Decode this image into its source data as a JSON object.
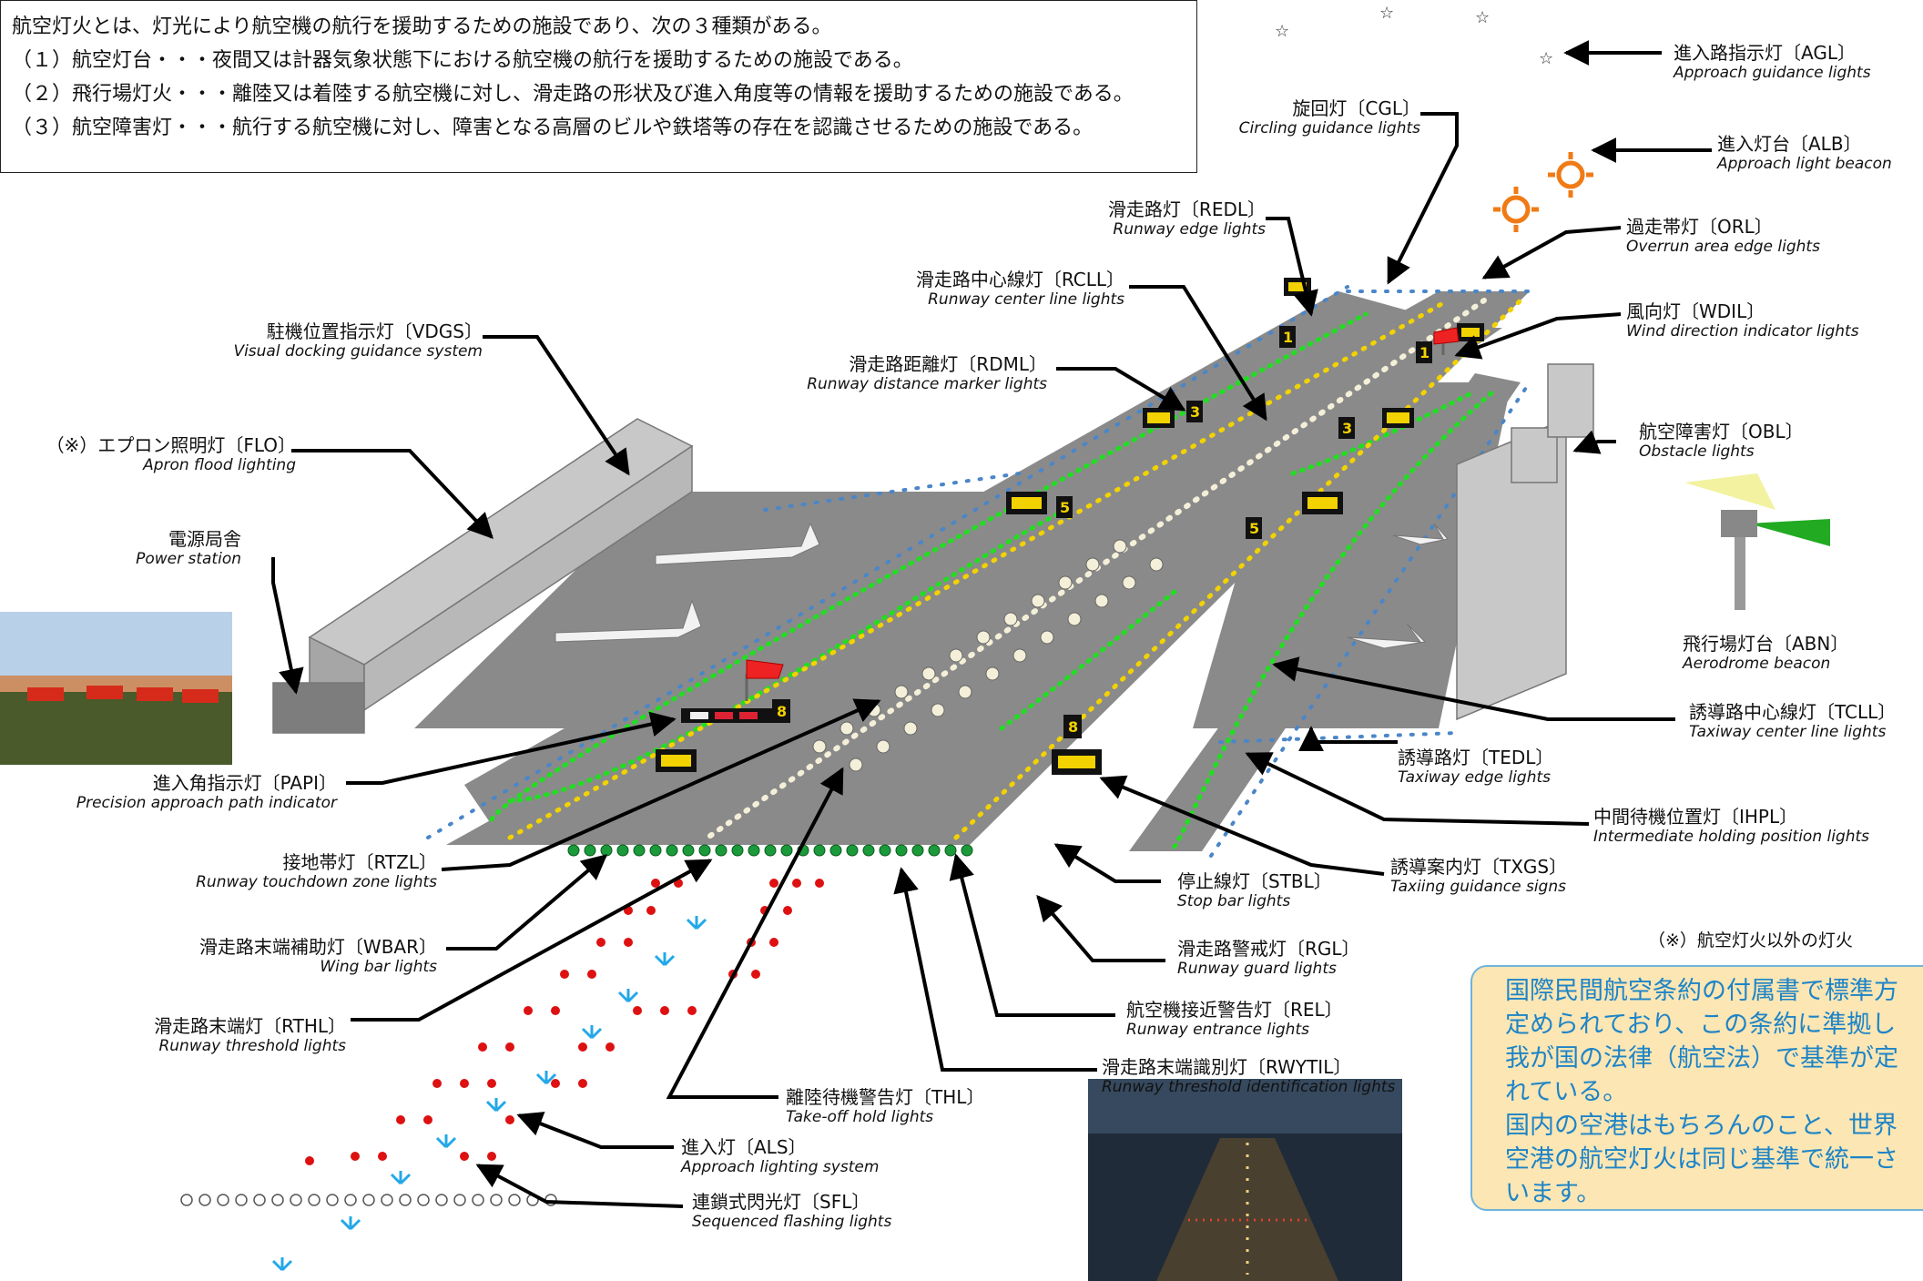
{
  "intro": {
    "line1": "航空灯火とは、灯光により航空機の航行を援助するための施設であり、次の３種類がある。",
    "line2": "（１）航空灯台・・・夜間又は計器気象状態下における航空機の航行を援助するための施設である。",
    "line3": "（２）飛行場灯火・・・離陸又は着陸する航空機に対し、滑走路の形状及び進入角度等の情報を援助するための施設である。",
    "line4": "（３）航空障害灯・・・航行する航空機に対し、障害となる高層のビルや鉄塔等の存在を認識させるための施設である。"
  },
  "labels": {
    "agl": {
      "jp": "進入路指示灯〔AGL〕",
      "en": "Approach guidance lights"
    },
    "alb": {
      "jp": "進入灯台〔ALB〕",
      "en": "Approach light beacon"
    },
    "cgl": {
      "jp": "旋回灯〔CGL〕",
      "en": "Circling guidance lights"
    },
    "orl": {
      "jp": "過走帯灯〔ORL〕",
      "en": "Overrun area edge lights"
    },
    "redl": {
      "jp": "滑走路灯〔REDL〕",
      "en": "Runway edge lights"
    },
    "wdil": {
      "jp": "風向灯〔WDIL〕",
      "en": "Wind direction indicator lights"
    },
    "rcll": {
      "jp": "滑走路中心線灯〔RCLL〕",
      "en": "Runway center line lights"
    },
    "vdgs": {
      "jp": "駐機位置指示灯〔VDGS〕",
      "en": "Visual docking guidance system"
    },
    "rdml": {
      "jp": "滑走路距離灯〔RDML〕",
      "en": "Runway distance marker lights"
    },
    "obl": {
      "jp": "航空障害灯〔OBL〕",
      "en": "Obstacle lights"
    },
    "flo": {
      "jp": "（※）エプロン照明灯〔FLO〕",
      "en": "Apron flood lighting"
    },
    "power": {
      "jp": "電源局舎",
      "en": "Power station"
    },
    "abn": {
      "jp": "飛行場灯台〔ABN〕",
      "en": "Aerodrome beacon"
    },
    "tcll": {
      "jp": "誘導路中心線灯〔TCLL〕",
      "en": "Taxiway center line lights"
    },
    "tedl": {
      "jp": "誘導路灯〔TEDL〕",
      "en": "Taxiway edge lights"
    },
    "papi": {
      "jp": "進入角指示灯〔PAPI〕",
      "en": "Precision approach path indicator"
    },
    "ihpl": {
      "jp": "中間待機位置灯〔IHPL〕",
      "en": "Intermediate holding position lights"
    },
    "rtzl": {
      "jp": "接地帯灯〔RTZL〕",
      "en": "Runway touchdown zone lights"
    },
    "txgs": {
      "jp": "誘導案内灯〔TXGS〕",
      "en": "Taxiing guidance signs"
    },
    "stbl": {
      "jp": "停止線灯〔STBL〕",
      "en": "Stop bar lights"
    },
    "wbar": {
      "jp": "滑走路末端補助灯〔WBAR〕",
      "en": "Wing bar lights"
    },
    "rgl": {
      "jp": "滑走路警戒灯〔RGL〕",
      "en": "Runway guard lights"
    },
    "rthl": {
      "jp": "滑走路末端灯〔RTHL〕",
      "en": "Runway threshold lights"
    },
    "rel": {
      "jp": "航空機接近警告灯〔REL〕",
      "en": "Runway entrance lights"
    },
    "thl": {
      "jp": "離陸待機警告灯〔THL〕",
      "en": "Take-off hold lights"
    },
    "rwytil": {
      "jp": "滑走路末端識別灯〔RWYTIL〕",
      "en": "Runway threshold identification lights"
    },
    "als": {
      "jp": "進入灯〔ALS〕",
      "en": "Approach lighting system"
    },
    "sfl": {
      "jp": "連鎖式閃光灯〔SFL〕",
      "en": "Sequenced flashing lights"
    }
  },
  "signs": {
    "s1": "1",
    "s3": "3",
    "s5": "5",
    "s8": "8"
  },
  "note": "（※）航空灯火以外の灯火",
  "infobox": {
    "line1": "国際民間航空条約の付属書で標準方",
    "line2": "定められており、この条約に準拠し",
    "line3": "我が国の法律（航空法）で基準が定",
    "line4": "れている。",
    "line5": "国内の空港はもちろんのこと、世界",
    "line6": "空港の航空灯火は同じ基準で統一さ",
    "line7": "います。"
  },
  "colors": {
    "pavement": "#8a8a8a",
    "taxiway_center_green": "#22dd22",
    "edge_blue": "#4a86c8",
    "red_light": "#dd1111",
    "white_light": "#f4efd8",
    "yellow_light": "#f2d200",
    "sfl_blue": "#23a8e8",
    "infobox_bg": "#fbe6b4",
    "infobox_text": "#1e84c6"
  }
}
